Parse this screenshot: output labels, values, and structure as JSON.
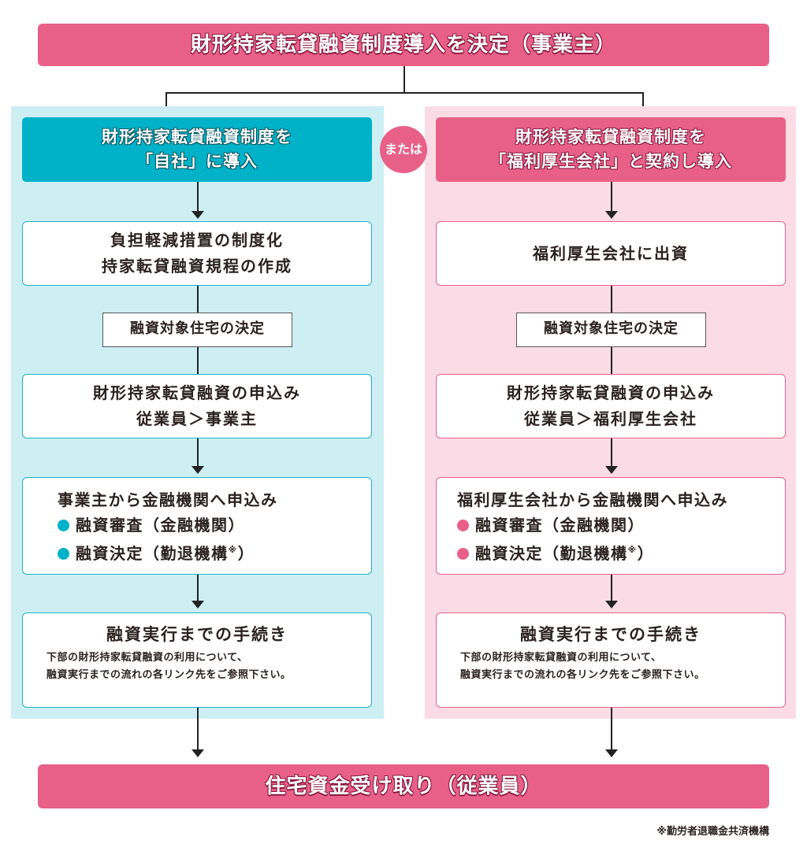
{
  "colors": {
    "pink": "#e86088",
    "teal": "#00b2c8",
    "panel_left_bg": "#cdeff4",
    "panel_right_bg": "#fbdce6",
    "text": "#2b2220"
  },
  "top_banner": "財形持家転貸融資制度導入を決定（事業主）",
  "or_label": "または",
  "left": {
    "heading_line1": "財形持家転貸融資制度を",
    "heading_line2": "「自社」に導入",
    "step1_line1": "負担軽減措置の制度化",
    "step1_line2": "持家転貸融資規程の作成",
    "step2": "融資対象住宅の決定",
    "step3_line1": "財形持家転貸融資の申込み",
    "step3_line2": "従業員＞事業主",
    "step4_title": "事業主から金融機関へ申込み",
    "step4_item1": "融資審査（金融機関）",
    "step4_item2": "融資決定（勤退機構",
    "step4_item2_mark": "※",
    "step4_item2_close": "）",
    "step5_title": "融資実行までの手続き",
    "step5_desc1": "下部の財形持家転貸融資の利用について、",
    "step5_desc2": "融資実行までの流れの各リンク先をご参照下さい。"
  },
  "right": {
    "heading_line1": "財形持家転貸融資制度を",
    "heading_line2": "「福利厚生会社」と契約し導入",
    "step1": "福利厚生会社に出資",
    "step2": "融資対象住宅の決定",
    "step3_line1": "財形持家転貸融資の申込み",
    "step3_line2": "従業員＞福利厚生会社",
    "step4_title": "福利厚生会社から金融機関へ申込み",
    "step4_item1": "融資審査（金融機関）",
    "step4_item2": "融資決定（勤退機構",
    "step4_item2_mark": "※",
    "step4_item2_close": "）",
    "step5_title": "融資実行までの手続き",
    "step5_desc1": "下部の財形持家転貸融資の利用について、",
    "step5_desc2": "融資実行までの流れの各リンク先をご参照下さい。"
  },
  "bottom_banner": "住宅資金受け取り（従業員）",
  "footnote": "※勤労者退職金共済機構"
}
